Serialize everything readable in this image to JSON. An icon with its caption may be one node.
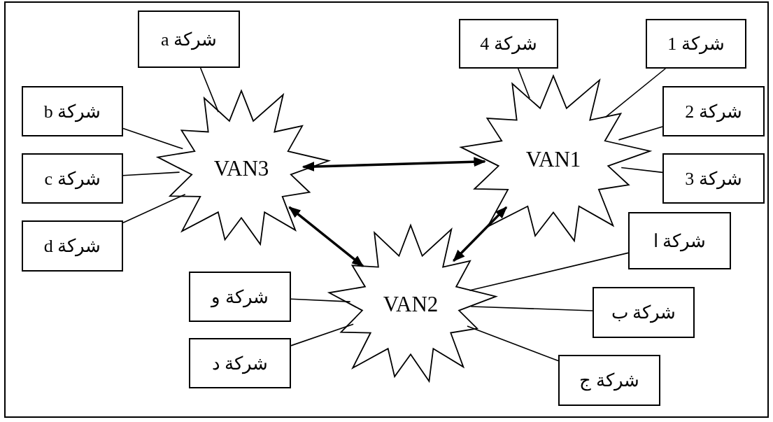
{
  "diagram": {
    "nodes": [
      {
        "text": [
          "شركة a"
        ]
      },
      {
        "text": [
          "شركة 4"
        ]
      },
      {
        "text": [
          "شركة 1"
        ]
      },
      {
        "text": [
          "شركة b"
        ]
      },
      {
        "text": [
          "VAN3"
        ]
      },
      {
        "text": [
          "VAN1"
        ]
      },
      {
        "text": [
          "شركة 2"
        ]
      },
      {
        "text": [
          "شركة c"
        ]
      },
      {
        "text": [
          "شركة 3"
        ]
      },
      {
        "text": [
          "شركة d"
        ]
      },
      {
        "text": [
          "شركة ا"
        ]
      },
      {
        "text": [
          "VAN2"
        ]
      },
      {
        "text": [
          "شركة و"
        ]
      },
      {
        "text": [
          "شركة ب"
        ]
      },
      {
        "text": [
          "شركة د"
        ]
      },
      {
        "text": [
          "شركة ج"
        ]
      }
    ],
    "edges": [
      {
        "from": 0,
        "to": 4,
        "arrow": "none"
      },
      {
        "from": 3,
        "to": 4,
        "arrow": "none"
      },
      {
        "from": 7,
        "to": 4,
        "arrow": "none"
      },
      {
        "from": 9,
        "to": 4,
        "arrow": "none"
      },
      {
        "from": 1,
        "to": 5,
        "arrow": "none"
      },
      {
        "from": 2,
        "to": 5,
        "arrow": "none"
      },
      {
        "from": 6,
        "to": 5,
        "arrow": "none"
      },
      {
        "from": 8,
        "to": 5,
        "arrow": "none"
      },
      {
        "from": 12,
        "to": 11,
        "arrow": "none"
      },
      {
        "from": 14,
        "to": 11,
        "arrow": "none"
      },
      {
        "from": 10,
        "to": 11,
        "arrow": "none"
      },
      {
        "from": 13,
        "to": 11,
        "arrow": "none"
      },
      {
        "from": 15,
        "to": 11,
        "arrow": "none"
      },
      {
        "from": 4,
        "to": 5,
        "arrow": "both",
        "style": "thick"
      },
      {
        "from": 4,
        "to": 11,
        "arrow": "both",
        "style": "thick"
      },
      {
        "from": 11,
        "to": 5,
        "arrow": "both",
        "style": "thick"
      }
    ]
  }
}
